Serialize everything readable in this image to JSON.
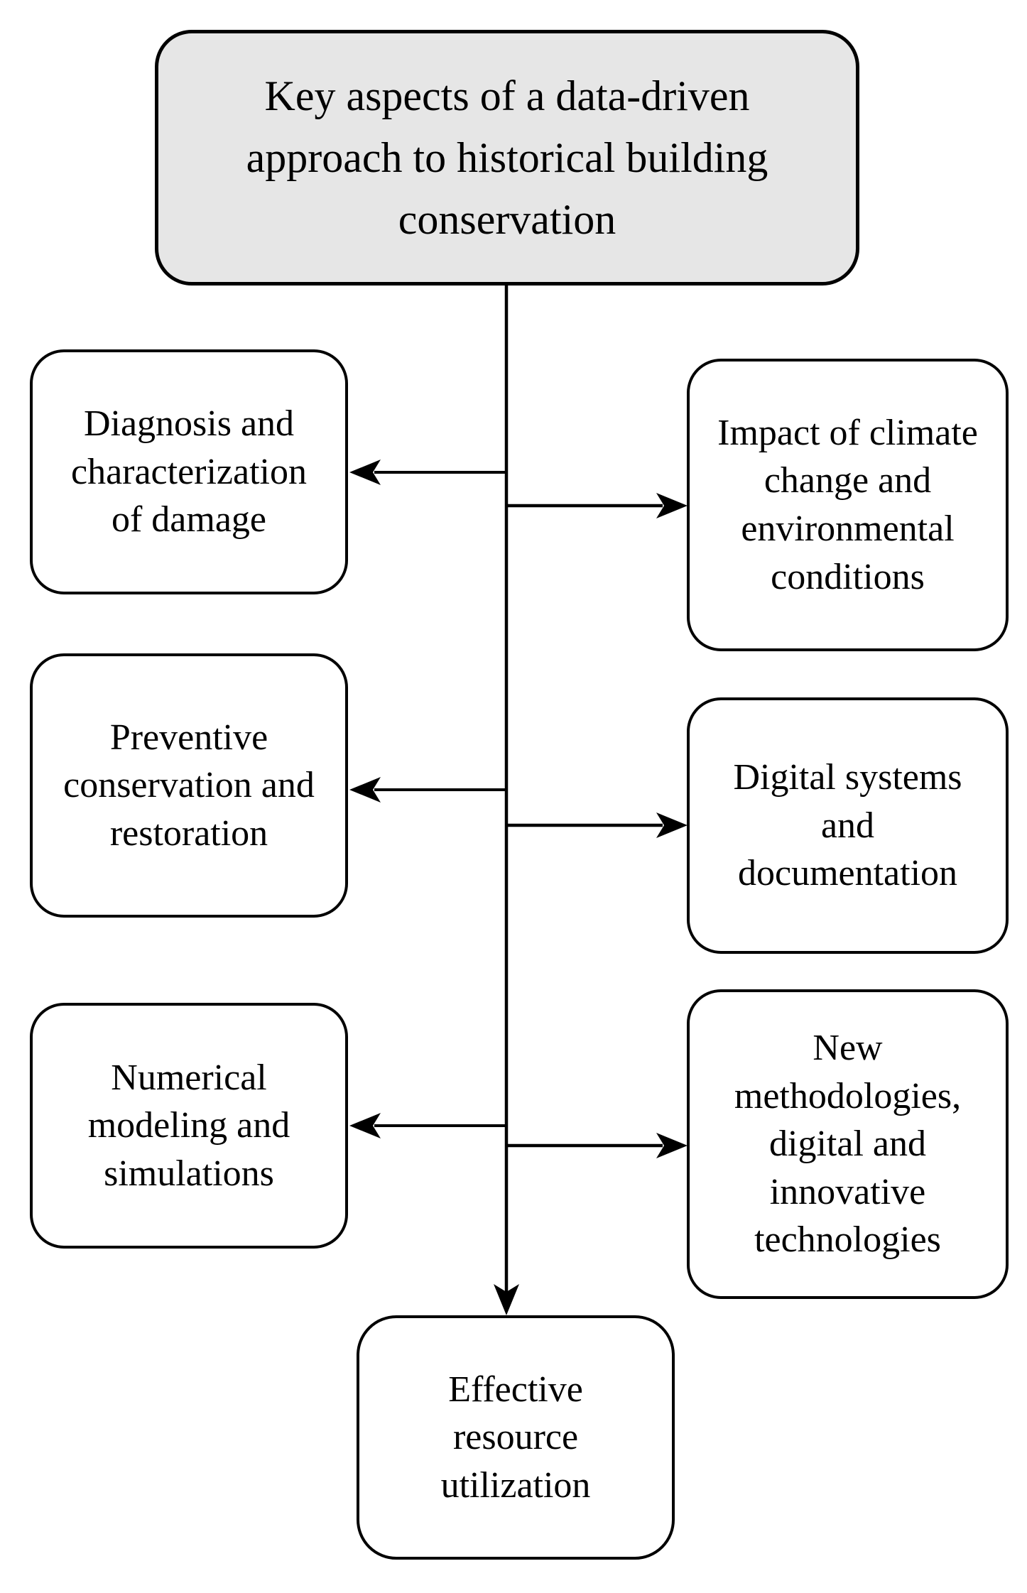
{
  "diagram": {
    "root_label": "Key aspects of a data-driven approach to historical building conservation",
    "left_branch_labels": [
      "Diagnosis and characterization of damage",
      "Preventive conservation and restoration",
      "Numerical modeling and simulations"
    ],
    "right_branch_labels": [
      "Impact of climate change and environmental conditions",
      "Digital systems and documentation",
      "New methodologies, digital and innovative technologies"
    ],
    "outcome_label": "Effective resource utilization",
    "colors": {
      "root_fill": "#e6e6e6",
      "node_fill": "#ffffff",
      "stroke": "#000000",
      "text": "#000000"
    }
  }
}
